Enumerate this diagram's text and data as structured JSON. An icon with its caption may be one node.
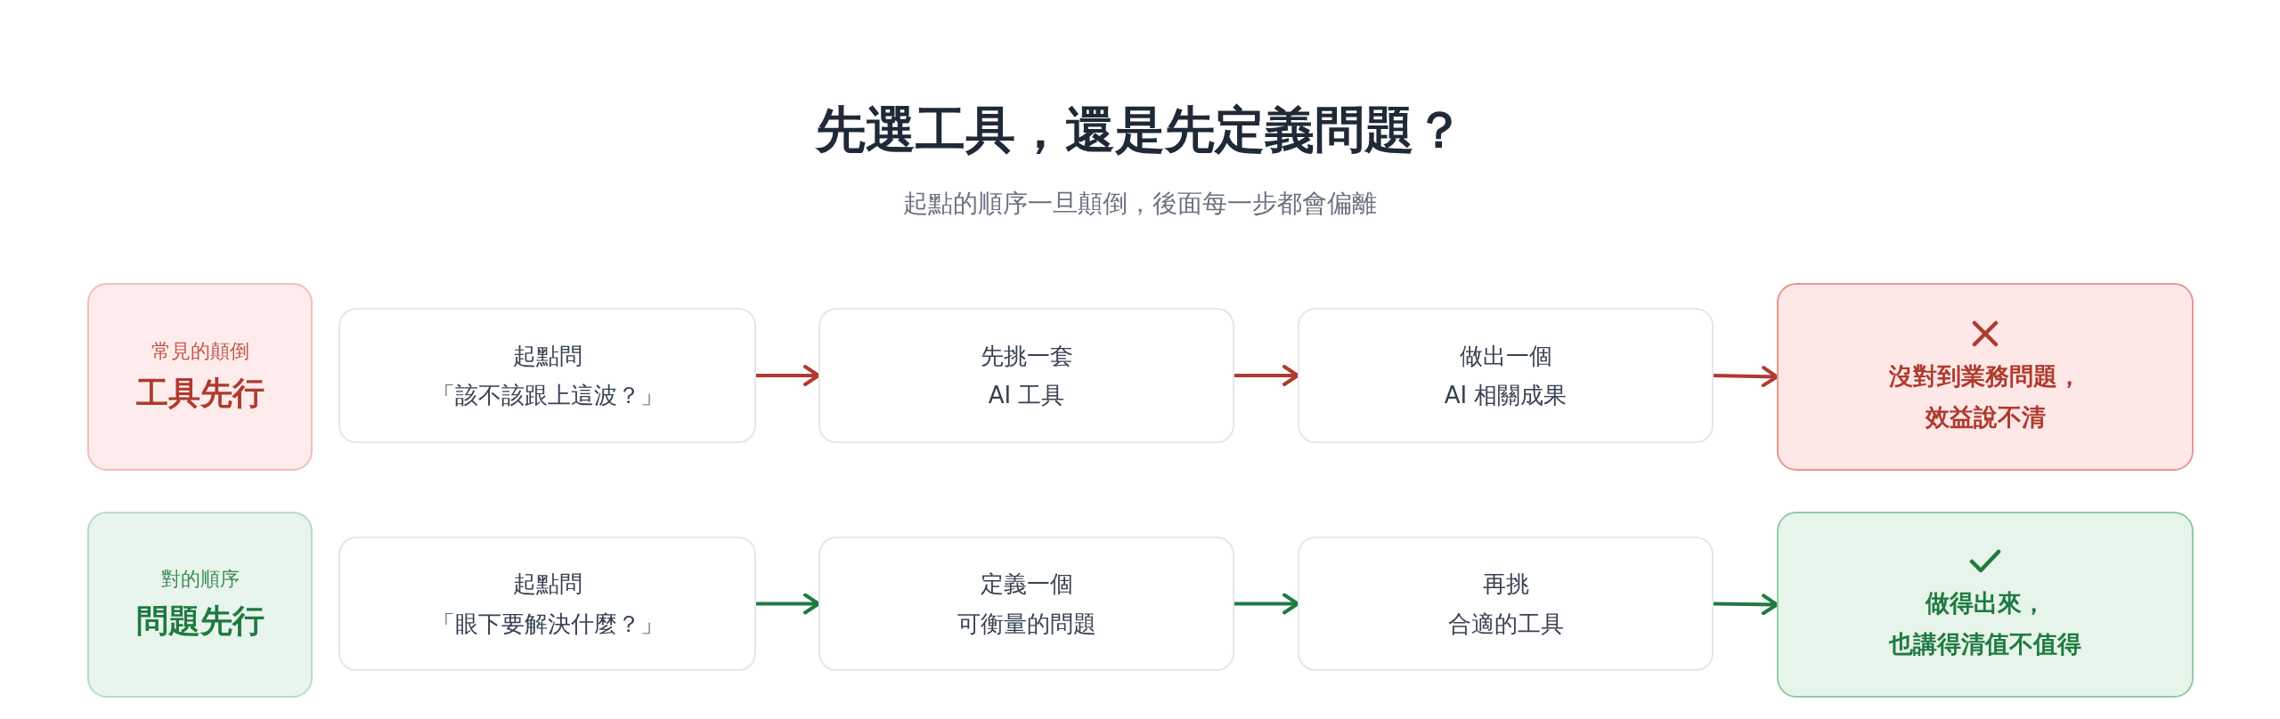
{
  "diagram": {
    "title": "先選工具，還是先定義問題？",
    "nodes": [
      {
        "text": [
          "常見的顛倒",
          "工具先行"
        ]
      },
      {
        "text": [
          "起點問",
          "「該不該跟上這波？」"
        ]
      },
      {
        "text": [
          "先挑一套",
          "AI 工具"
        ]
      },
      {
        "text": [
          "做出一個",
          "AI 相關成果"
        ]
      },
      {
        "text": [
          "沒對到業務問題，",
          "效益說不清"
        ]
      },
      {
        "text": [
          "對的順序",
          "問題先行"
        ]
      },
      {
        "text": [
          "起點問",
          "「眼下要解決什麼？」"
        ]
      },
      {
        "text": [
          "定義一個",
          "可衡量的問題"
        ]
      },
      {
        "text": [
          "再挑",
          "合適的工具"
        ]
      },
      {
        "text": [
          "做得出來，",
          "也講得清值不值得"
        ]
      }
    ],
    "edges": [
      {
        "from": 1,
        "to": 2,
        "arrow": "to",
        "color": "#b03a2e"
      },
      {
        "from": 2,
        "to": 3,
        "arrow": "to",
        "color": "#b03a2e"
      },
      {
        "from": 3,
        "to": 4,
        "arrow": "to",
        "color": "#b03a2e"
      },
      {
        "from": 6,
        "to": 7,
        "arrow": "to",
        "color": "#1f7a3f"
      },
      {
        "from": 7,
        "to": 8,
        "arrow": "to",
        "color": "#1f7a3f"
      },
      {
        "from": 8,
        "to": 9,
        "arrow": "to",
        "color": "#1f7a3f"
      }
    ],
    "labels": [
      "起點的順序一旦顛倒，後面每一步都會偏離"
    ]
  }
}
